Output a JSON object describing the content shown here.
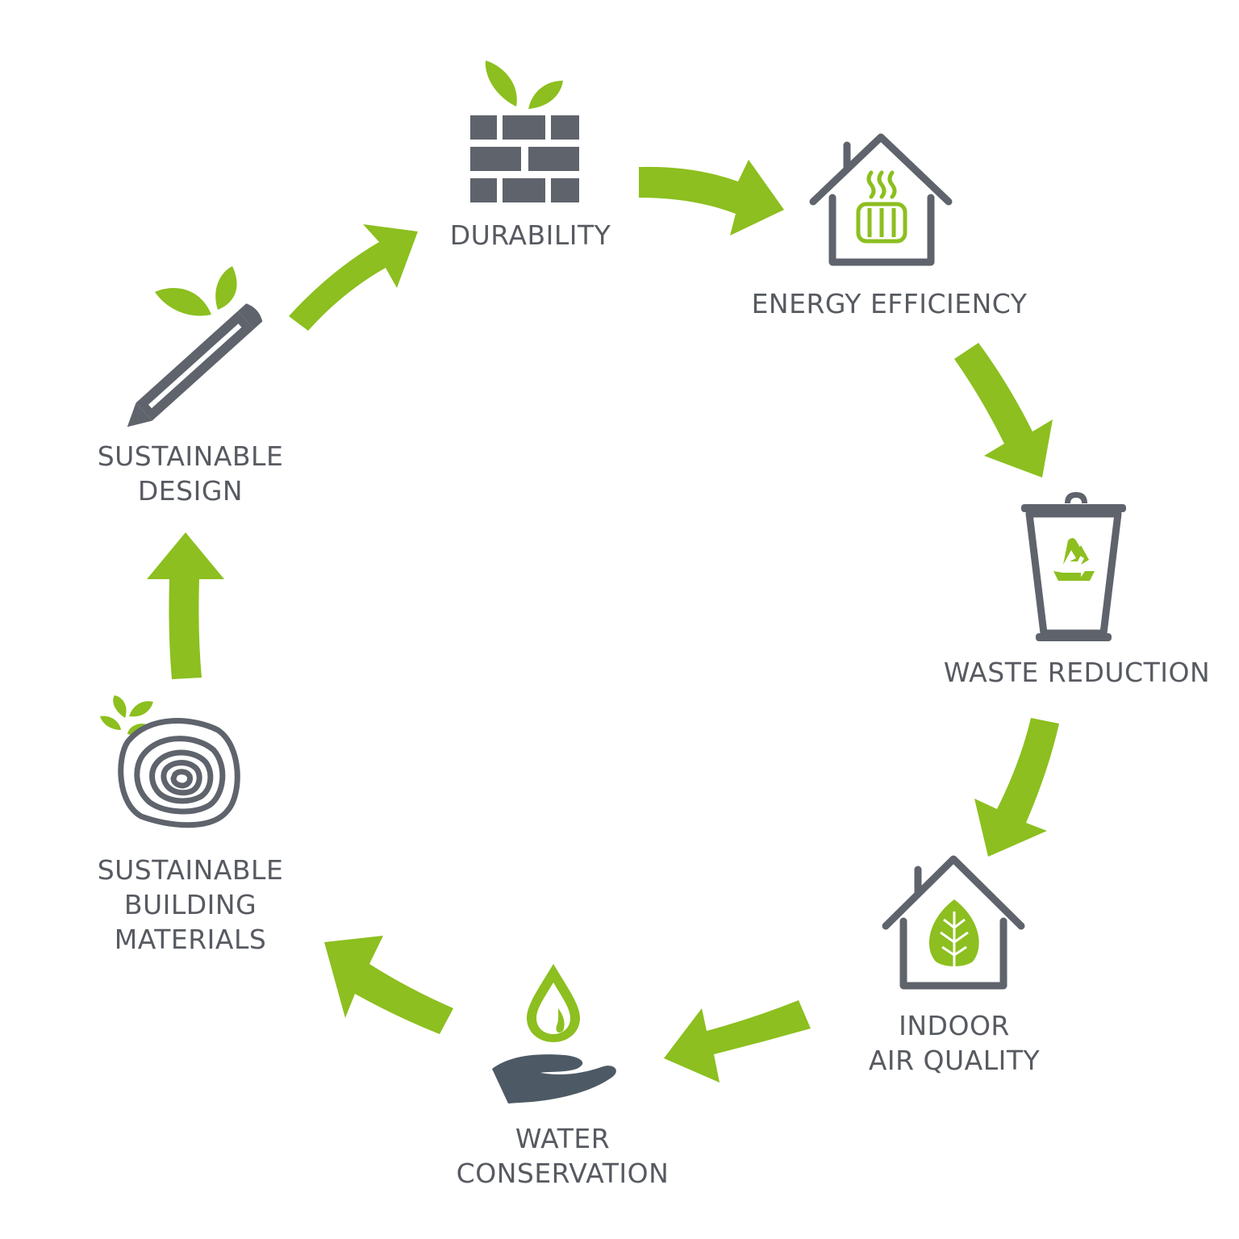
{
  "diagram": {
    "colors": {
      "accent": "#8cbf1f",
      "icon_gray": "#5f636c",
      "text": "#575a61"
    },
    "nodes": [
      {
        "id": "durability",
        "lines": [
          "DURABILITY"
        ],
        "icon": "brick-wall-icon"
      },
      {
        "id": "energy-efficiency",
        "lines": [
          "ENERGY EFFICIENCY"
        ],
        "icon": "house-radiator-icon"
      },
      {
        "id": "waste-reduction",
        "lines": [
          "WASTE REDUCTION"
        ],
        "icon": "recycle-bin-icon"
      },
      {
        "id": "indoor-air-quality",
        "lines": [
          "INDOOR",
          "AIR QUALITY"
        ],
        "icon": "house-leaf-icon"
      },
      {
        "id": "water-conservation",
        "lines": [
          "WATER",
          "CONSERVATION"
        ],
        "icon": "hand-water-drop-icon"
      },
      {
        "id": "sustainable-building-materials",
        "lines": [
          "SUSTAINABLE",
          "BUILDING",
          "MATERIALS"
        ],
        "icon": "tree-rings-icon"
      },
      {
        "id": "sustainable-design",
        "lines": [
          "SUSTAINABLE",
          "DESIGN"
        ],
        "icon": "pencil-sprout-icon"
      }
    ],
    "flow": "clockwise"
  }
}
